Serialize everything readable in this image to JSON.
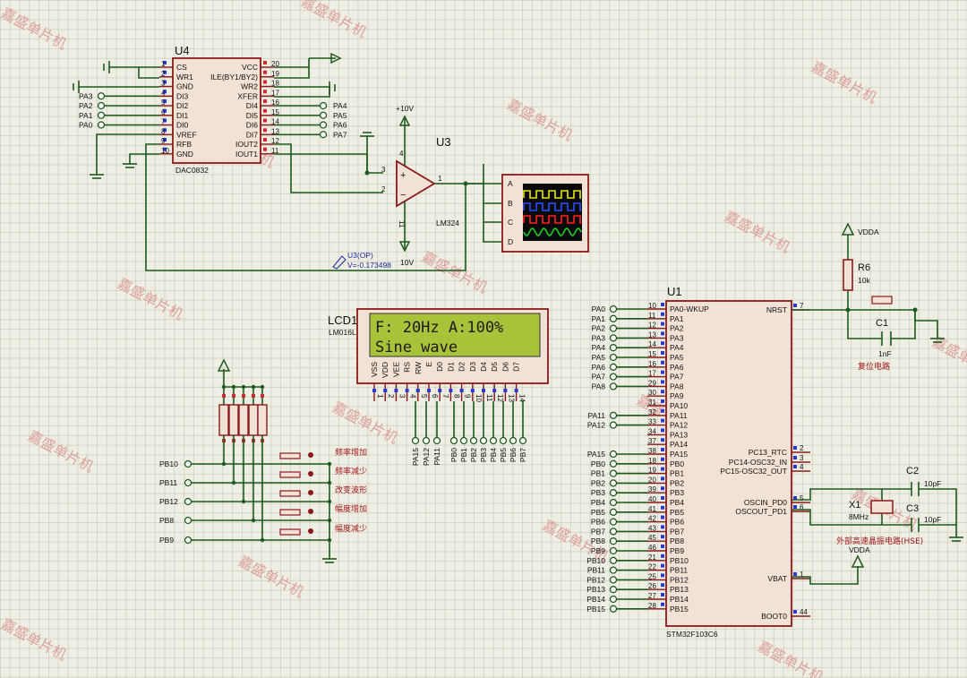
{
  "u4": {
    "ref": "U4",
    "part": "DAC0832",
    "left_pins": [
      {
        "num": "1",
        "name": "CS",
        "net": ""
      },
      {
        "num": "2",
        "name": "WR1",
        "net": ""
      },
      {
        "num": "3",
        "name": "GND",
        "net": ""
      },
      {
        "num": "4",
        "name": "DI3",
        "net": "PA3"
      },
      {
        "num": "5",
        "name": "DI2",
        "net": "PA2"
      },
      {
        "num": "6",
        "name": "DI1",
        "net": "PA1"
      },
      {
        "num": "7",
        "name": "DI0",
        "net": "PA0"
      },
      {
        "num": "8",
        "name": "VREF",
        "net": ""
      },
      {
        "num": "9",
        "name": "RFB",
        "net": ""
      },
      {
        "num": "10",
        "name": "GND",
        "net": ""
      }
    ],
    "right_pins": [
      {
        "num": "20",
        "name": "VCC",
        "net": ""
      },
      {
        "num": "19",
        "name": "ILE(BY1/BY2)",
        "net": ""
      },
      {
        "num": "18",
        "name": "WR2",
        "net": ""
      },
      {
        "num": "17",
        "name": "XFER",
        "net": ""
      },
      {
        "num": "16",
        "name": "DI4",
        "net": "PA4"
      },
      {
        "num": "15",
        "name": "DI5",
        "net": "PA5"
      },
      {
        "num": "14",
        "name": "DI6",
        "net": "PA6"
      },
      {
        "num": "13",
        "name": "DI7",
        "net": "PA7"
      },
      {
        "num": "12",
        "name": "IOUT2",
        "net": ""
      },
      {
        "num": "11",
        "name": "IOUT1",
        "net": ""
      }
    ]
  },
  "u3": {
    "ref": "U3",
    "part": "LM324",
    "vpos": "+10V",
    "vneg": "10V",
    "pin_in_pos": "3",
    "pin_in_neg": "2",
    "pin_vp": "4",
    "pin_vn": "11",
    "pin_out": "1",
    "probe_name": "U3(OP)",
    "probe_value": "V=-0.173498"
  },
  "scope": {
    "channels": [
      "A",
      "B",
      "C",
      "D"
    ],
    "trace_colors": [
      "#e8e800",
      "#2850ff",
      "#ff2020",
      "#20d020"
    ]
  },
  "lcd": {
    "ref": "LCD1",
    "part": "LM016L",
    "line1": "F:  20Hz A:100%",
    "line2": "Sine wave",
    "pin_names": [
      "VSS",
      "VDD",
      "VEE",
      "RS",
      "RW",
      "E",
      "D0",
      "D1",
      "D2",
      "D3",
      "D4",
      "D5",
      "D6",
      "D7"
    ],
    "pin_nums": [
      "1",
      "2",
      "3",
      "4",
      "5",
      "6",
      "7",
      "8",
      "9",
      "10",
      "11",
      "12",
      "13",
      "14"
    ],
    "nets": [
      "PA15",
      "PA12",
      "PA11",
      "PB0",
      "PB1",
      "PB2",
      "PB3",
      "PB4",
      "PB5",
      "PB6",
      "PB7"
    ]
  },
  "buttons": {
    "nets": [
      "PB10",
      "PB11",
      "PB12",
      "PB8",
      "PB9"
    ],
    "labels": [
      "频率增加",
      "频率减少",
      "改变波形",
      "幅度增加",
      "幅度减少"
    ]
  },
  "u1": {
    "ref": "U1",
    "part": "STM32F103C6",
    "left_pins": [
      {
        "net": "PA0",
        "num": "10",
        "name": "PA0-WKUP"
      },
      {
        "net": "PA1",
        "num": "11",
        "name": "PA1"
      },
      {
        "net": "PA2",
        "num": "12",
        "name": "PA2"
      },
      {
        "net": "PA3",
        "num": "13",
        "name": "PA3"
      },
      {
        "net": "PA4",
        "num": "14",
        "name": "PA4"
      },
      {
        "net": "PA5",
        "num": "15",
        "name": "PA5"
      },
      {
        "net": "PA6",
        "num": "16",
        "name": "PA6"
      },
      {
        "net": "PA7",
        "num": "17",
        "name": "PA7"
      },
      {
        "net": "PA8",
        "num": "29",
        "name": "PA8"
      },
      {
        "net": "",
        "num": "30",
        "name": "PA9"
      },
      {
        "net": "",
        "num": "31",
        "name": "PA10"
      },
      {
        "net": "PA11",
        "num": "32",
        "name": "PA11"
      },
      {
        "net": "PA12",
        "num": "33",
        "name": "PA12"
      },
      {
        "net": "",
        "num": "34",
        "name": "PA13"
      },
      {
        "net": "",
        "num": "37",
        "name": "PA14"
      },
      {
        "net": "PA15",
        "num": "38",
        "name": "PA15"
      },
      {
        "net": "PB0",
        "num": "18",
        "name": "PB0"
      },
      {
        "net": "PB1",
        "num": "19",
        "name": "PB1"
      },
      {
        "net": "PB2",
        "num": "20",
        "name": "PB2"
      },
      {
        "net": "PB3",
        "num": "39",
        "name": "PB3"
      },
      {
        "net": "PB4",
        "num": "40",
        "name": "PB4"
      },
      {
        "net": "PB5",
        "num": "41",
        "name": "PB5"
      },
      {
        "net": "PB6",
        "num": "42",
        "name": "PB6"
      },
      {
        "net": "PB7",
        "num": "43",
        "name": "PB7"
      },
      {
        "net": "PB8",
        "num": "45",
        "name": "PB8"
      },
      {
        "net": "PB9",
        "num": "46",
        "name": "PB9"
      },
      {
        "net": "PB10",
        "num": "21",
        "name": "PB10"
      },
      {
        "net": "PB11",
        "num": "22",
        "name": "PB11"
      },
      {
        "net": "PB12",
        "num": "25",
        "name": "PB12"
      },
      {
        "net": "PB13",
        "num": "26",
        "name": "PB13"
      },
      {
        "net": "PB14",
        "num": "27",
        "name": "PB14"
      },
      {
        "net": "PB15",
        "num": "28",
        "name": "PB15"
      }
    ],
    "right_pins": [
      {
        "num": "7",
        "name": "NRST"
      },
      {
        "num": "2",
        "name": "PC13_RTC"
      },
      {
        "num": "3",
        "name": "PC14-OSC32_IN"
      },
      {
        "num": "4",
        "name": "PC15-OSC32_OUT"
      },
      {
        "num": "5",
        "name": "OSCIN_PD0"
      },
      {
        "num": "6",
        "name": "OSCOUT_PD1"
      },
      {
        "num": "1",
        "name": "VBAT"
      },
      {
        "num": "44",
        "name": "BOOT0"
      }
    ]
  },
  "reset": {
    "r_ref": "R6",
    "r_val": "10k",
    "c_ref": "C1",
    "c_val": "1nF",
    "vdda": "VDDA",
    "label": "复位电路"
  },
  "osc": {
    "x_ref": "X1",
    "x_val": "8MHz",
    "c2_ref": "C2",
    "c2_val": "10pF",
    "c3_ref": "C3",
    "c3_val": "10pF",
    "label": "外部高速晶振电路(HSE)"
  },
  "vbat_supply": "VDDA",
  "watermark": "嘉盛单片机"
}
